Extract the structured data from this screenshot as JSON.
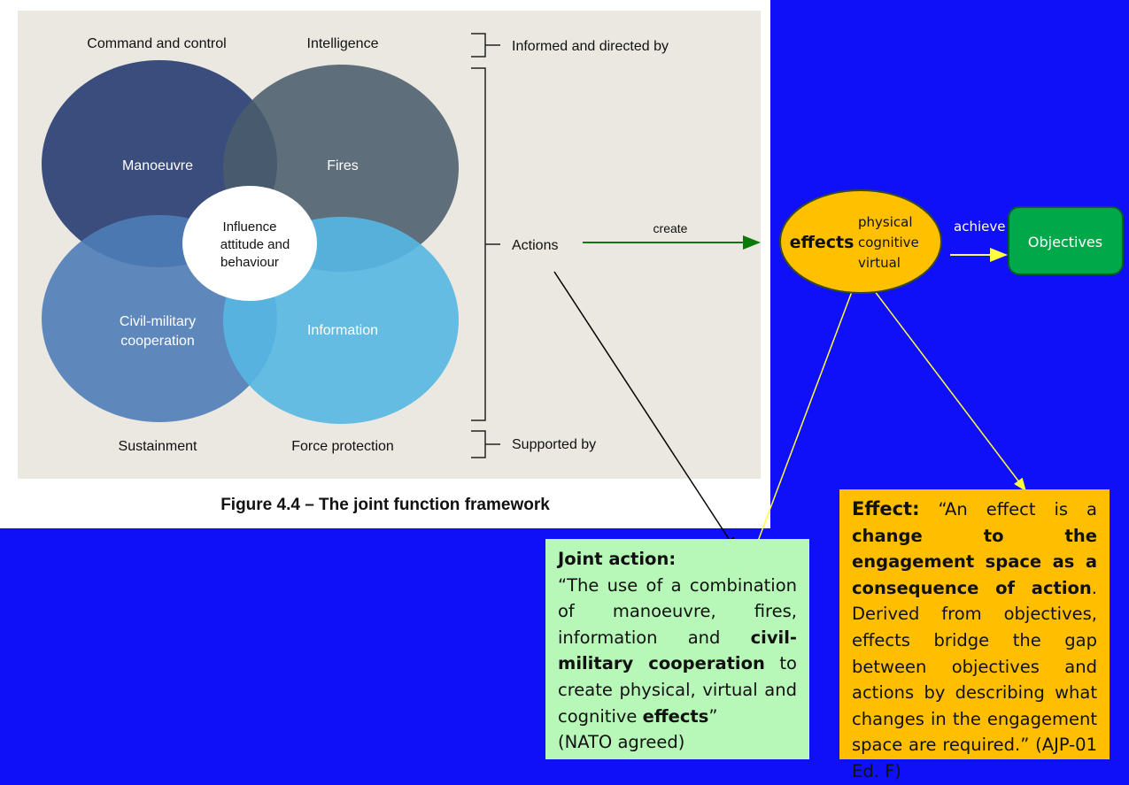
{
  "figure": {
    "labels": {
      "command_control": "Command and control",
      "intelligence": "Intelligence",
      "informed": "Informed and directed by",
      "manoeuvre": "Manoeuvre",
      "fires": "Fires",
      "center": [
        "Influence",
        "attitude and",
        "behaviour"
      ],
      "civil": [
        "Civil-military",
        "cooperation"
      ],
      "information": "Information",
      "actions": "Actions",
      "sustainment": "Sustainment",
      "force_protection": "Force protection",
      "supported": "Supported by"
    },
    "caption": "Figure 4.4 – The joint function framework"
  },
  "flow": {
    "create": "create",
    "effects": "effects",
    "effect_types": [
      "physical",
      "cognitive",
      "virtual"
    ],
    "achieve": "achieve",
    "objectives": "Objectives"
  },
  "joint_action": {
    "title": "Joint action:",
    "text_1": "“The use of a combination of manoeuvre, fires, information and ",
    "bold_1": "civil-military cooperation",
    "text_2": " to create physical, virtual and cognitive ",
    "bold_2": "effects",
    "text_3": "”",
    "source": "(NATO agreed)"
  },
  "effect_def": {
    "title": "Effect:",
    "text_1": " “An effect is a ",
    "bold_1": "change to the engagement space as a consequence of action",
    "text_2": ". Derived from objectives, effects bridge the gap between objectives and actions by describing what changes in the engagement space are required.” (AJP-01 Ed. F)"
  },
  "colors": {
    "background": "#1010f8",
    "effects": "#ffc000",
    "objectives": "#00b050"
  }
}
